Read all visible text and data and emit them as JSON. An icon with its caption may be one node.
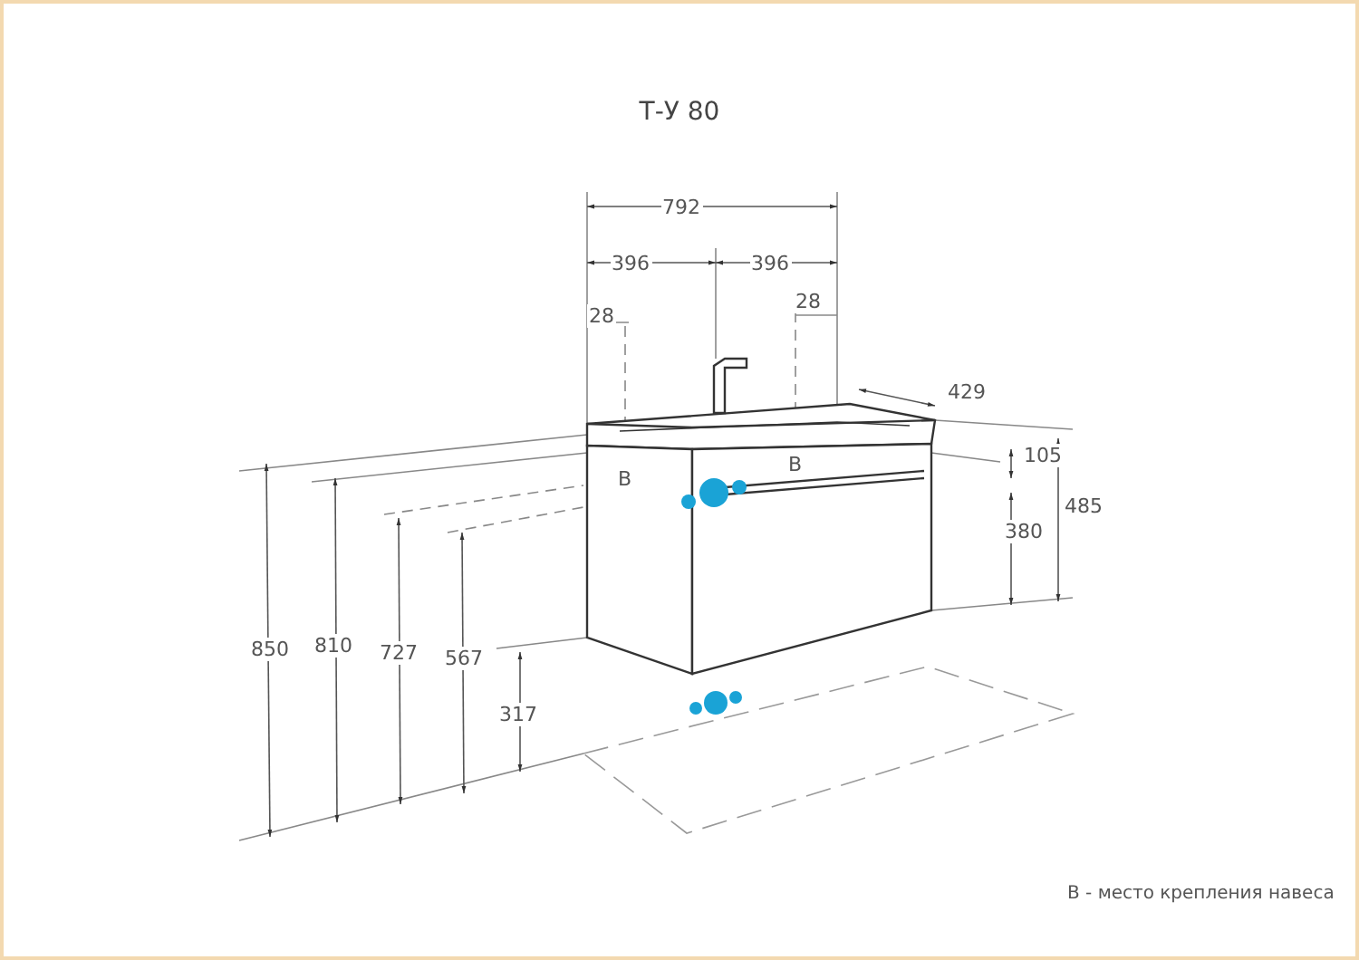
{
  "diagram": {
    "title": "Т-У 80",
    "labels": [
      "792",
      "396",
      "396",
      "28",
      "28",
      "429",
      "В",
      "В",
      "105",
      "485",
      "380",
      "850",
      "810",
      "727",
      "567",
      "317",
      "В - место крепления навеса"
    ]
  }
}
